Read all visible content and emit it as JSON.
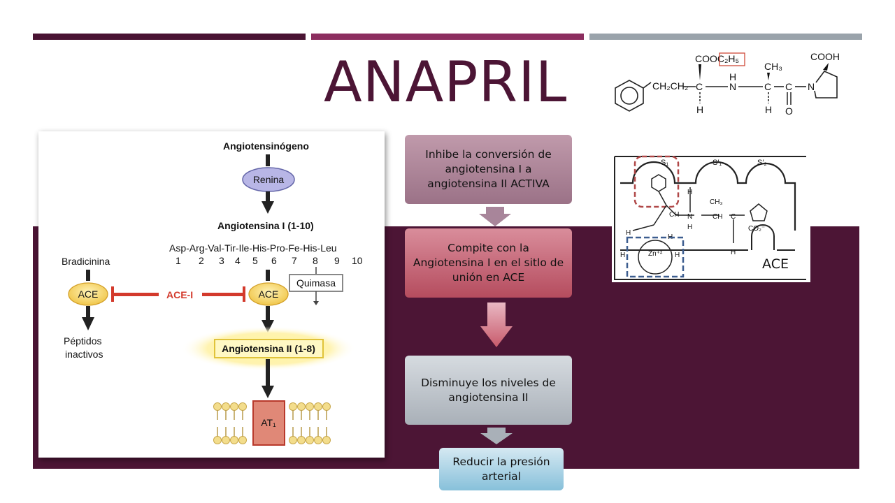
{
  "slide": {
    "title": "ANAPRIL",
    "colors": {
      "dark": "#4c1535",
      "magenta": "#8c2e5f",
      "gray": "#9aa3ab"
    }
  },
  "structure": {
    "cooc2h5": "COOC₂H₅",
    "ch2ch2": "CH₂CH₂",
    "c1": "C",
    "n": "N",
    "c2": "C",
    "c3": "C",
    "n_ring": "N",
    "h_top": "H",
    "h1": "H",
    "h2": "H",
    "ch3": "CH₃",
    "o": "O",
    "cooh": "COOH"
  },
  "pathway": {
    "angiotensinogen": "Angiotensinógeno",
    "renin": "Renina",
    "ang1": "Angiotensina I (1-10)",
    "sequence": "Asp-Arg-Val-Tir-Ile-His-Pro-Fe-His-Leu",
    "positions": [
      "1",
      "2",
      "3",
      "4",
      "5",
      "6",
      "7",
      "8",
      "9",
      "10"
    ],
    "bradykinin": "Bradicinina",
    "ace_left": "ACE",
    "ace_right": "ACE",
    "ace_inhibitor": "ACE-I",
    "chymase": "Quimasa",
    "inactive_peptides_1": "Péptidos",
    "inactive_peptides_2": "inactivos",
    "ang2": "Angiotensina II (1-8)",
    "receptor": "AT₁"
  },
  "flow": {
    "step1": "Inhibe la conversión de angiotensina I a angiotensina II ACTIVA",
    "step2": "Compite con la Angiotensina I en el sitlo de unión en ACE",
    "step3": "Disminuye los niveles de angiotensina II",
    "step4": "Reducir la presión arterial"
  },
  "ace_site": {
    "label": "ACE",
    "s1": "S₁",
    "s1p": "S′₁",
    "s2p": "S′₂",
    "zn": "Zn⁺²"
  }
}
